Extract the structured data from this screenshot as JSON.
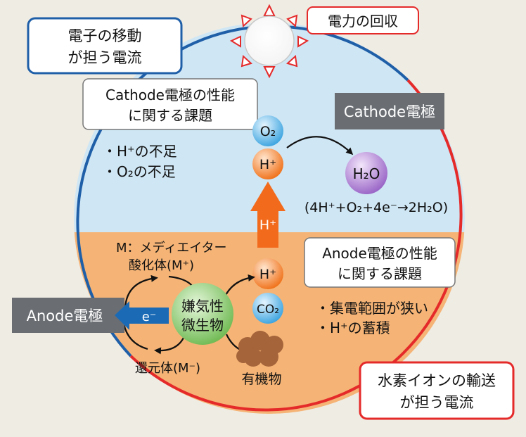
{
  "callouts": {
    "electron_current": [
      "電子の移動",
      "が担う電流"
    ],
    "power_recovery": "電力の回収",
    "cathode_issues_title": [
      "Cathode電極の性能",
      "に関する課題"
    ],
    "cathode_issues_items": [
      "・H⁺の不足",
      "・O₂の不足"
    ],
    "anode_issues_title": [
      "Anode電極の性能",
      "に関する課題"
    ],
    "anode_issues_items": [
      "・集電範囲が狭い",
      "・H⁺の蓄積"
    ],
    "proton_current": [
      "水素イオンの輸送",
      "が担う電流"
    ]
  },
  "electrodes": {
    "cathode": "Cathode電極",
    "anode": "Anode電極"
  },
  "molecules": {
    "o2": "O₂",
    "h_plus_top": "H⁺",
    "h2o": "H₂O",
    "h_plus_bottom": "H⁺",
    "co2": "CO₂",
    "electron": "e⁻",
    "proton_flow": "H⁺"
  },
  "reaction": "(4H⁺+O₂+4e⁻→2H₂O)",
  "microbe": [
    "嫌気性",
    "微生物"
  ],
  "mediator": {
    "oxidized": [
      "M：メディエイター",
      "酸化体(M⁺)"
    ],
    "reduced": "還元体(M⁻)"
  },
  "organic_matter": "有機物",
  "colors": {
    "sky": "#cfe6f4",
    "soil": "#f5b476",
    "rim_blue": "#1f5fa8",
    "rim_red": "#e52a2a",
    "electrode_gray": "#6a6e73",
    "arrow_orange": "#f26b1d",
    "electron_blue": "#1b6ab5"
  }
}
